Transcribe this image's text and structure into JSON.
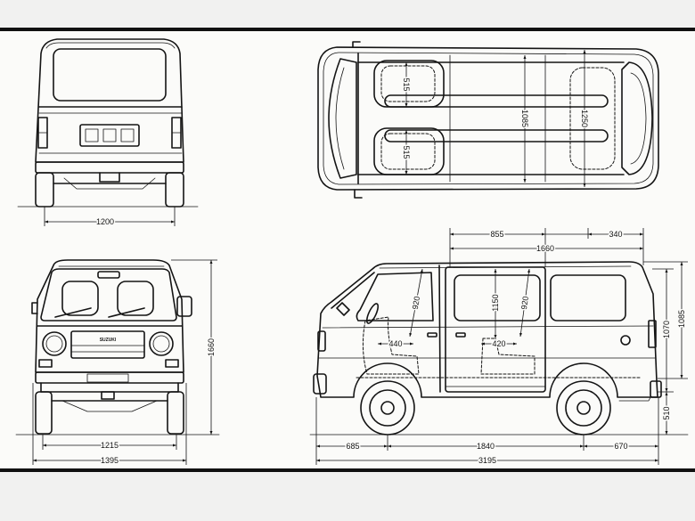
{
  "colors": {
    "ink": "#141414",
    "paper": "#fbfbf9",
    "frame": "#111111",
    "margin": "#f1f1f0"
  },
  "rear_view": {
    "width": "1200"
  },
  "top_view": {
    "front_seat_upper": "515",
    "front_seat_lower": "515",
    "inner_width": "1085",
    "outer_width": "1250"
  },
  "front_view": {
    "badge": "SUZUKI",
    "height": "1660",
    "tread": "1215",
    "overall_width": "1395"
  },
  "side_view": {
    "roof_segment_front": "855",
    "roof_segment_rear": "340",
    "cabin_length": "1660",
    "door_diagonal": "920",
    "door_opening": "1150",
    "seat_back_height": "920",
    "front_seat_height": "440",
    "rear_seat_height": "420",
    "body_height": "1070",
    "rear_height": "1085",
    "floor_height": "510",
    "front_overhang": "685",
    "wheelbase": "1840",
    "rear_overhang": "670",
    "overall_length": "3195"
  }
}
